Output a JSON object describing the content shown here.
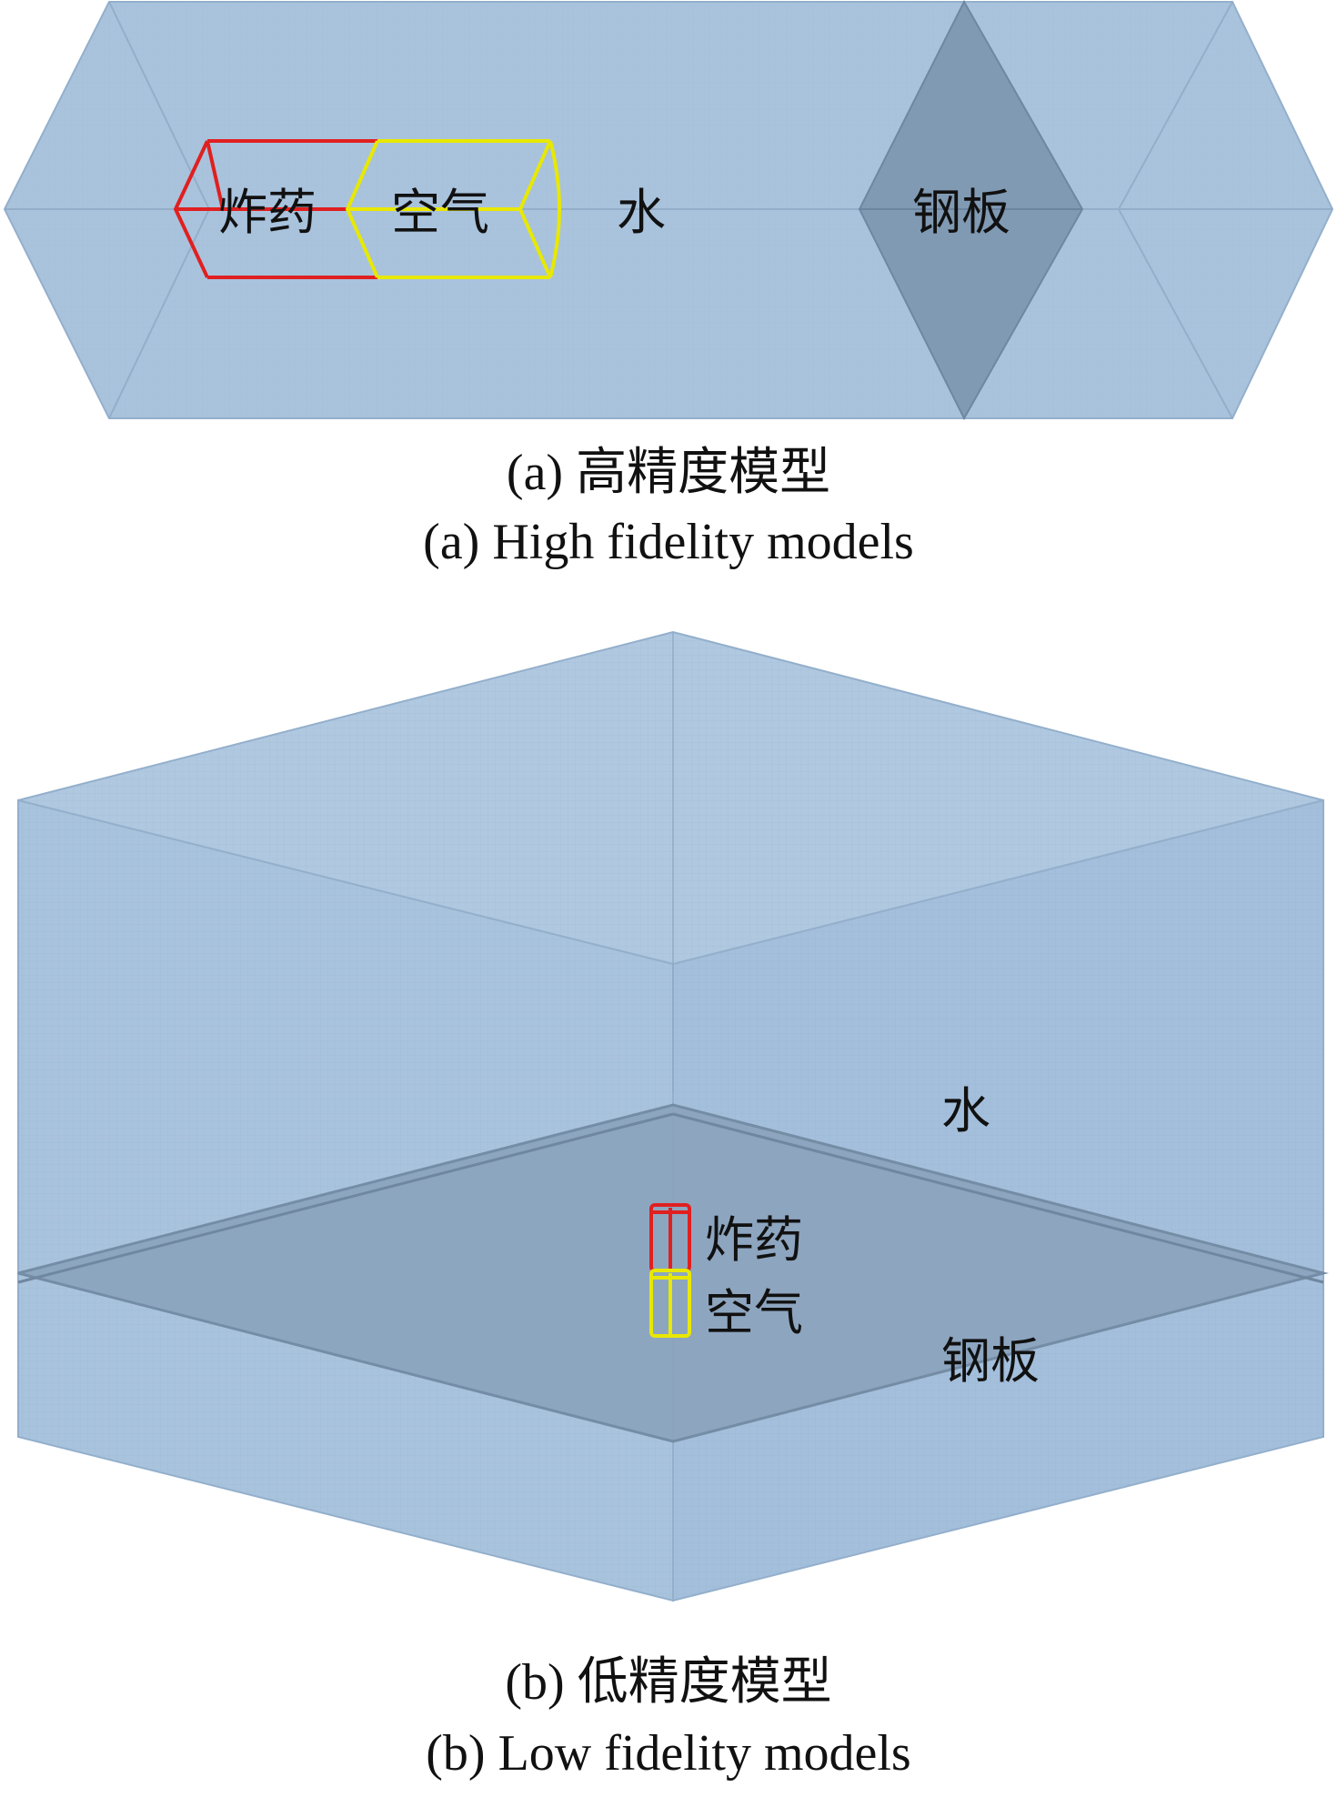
{
  "panel_a": {
    "labels": {
      "explosive": "炸药",
      "air": "空气",
      "water": "水",
      "steel": "钢板"
    },
    "caption_cn": "(a) 高精度模型",
    "caption_en": "(a) High fidelity models"
  },
  "panel_b": {
    "labels": {
      "water": "水",
      "explosive": "炸药",
      "air": "空气",
      "steel": "钢板"
    },
    "caption_cn": "(b) 低精度模型",
    "caption_en": "(b) Low fidelity models"
  },
  "colors": {
    "water": "#a9c3dd",
    "steel": "#7f98b2",
    "explosive_outline": "#e02020",
    "air_outline": "#e8e800"
  }
}
